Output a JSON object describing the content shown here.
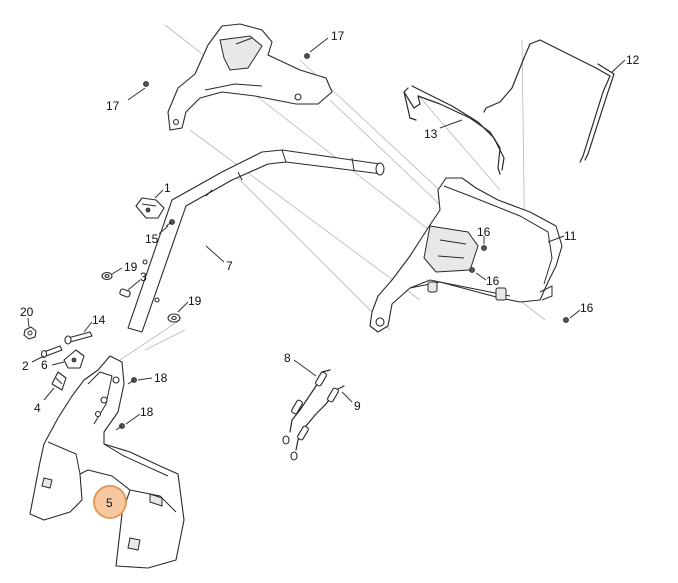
{
  "diagram": {
    "callouts": [
      {
        "id": "c17a",
        "label": "17"
      },
      {
        "id": "c17b",
        "label": "17"
      },
      {
        "id": "c12",
        "label": "12"
      },
      {
        "id": "c13",
        "label": "13"
      },
      {
        "id": "c1",
        "label": "1"
      },
      {
        "id": "c15",
        "label": "15"
      },
      {
        "id": "c7",
        "label": "7"
      },
      {
        "id": "c19a",
        "label": "19"
      },
      {
        "id": "c3",
        "label": "3"
      },
      {
        "id": "c19b",
        "label": "19"
      },
      {
        "id": "c20",
        "label": "20"
      },
      {
        "id": "c14",
        "label": "14"
      },
      {
        "id": "c2",
        "label": "2"
      },
      {
        "id": "c6",
        "label": "6"
      },
      {
        "id": "c4",
        "label": "4"
      },
      {
        "id": "c18a",
        "label": "18"
      },
      {
        "id": "c18b",
        "label": "18"
      },
      {
        "id": "c5",
        "label": "5"
      },
      {
        "id": "c8",
        "label": "8"
      },
      {
        "id": "c9",
        "label": "9"
      },
      {
        "id": "c11",
        "label": "11"
      },
      {
        "id": "c16a",
        "label": "16"
      },
      {
        "id": "c16b",
        "label": "16"
      },
      {
        "id": "c16c",
        "label": "16"
      }
    ],
    "highlight_label": "5",
    "highlight_color": "#f5c8a0",
    "highlight_border_color": "#e39a5c"
  }
}
